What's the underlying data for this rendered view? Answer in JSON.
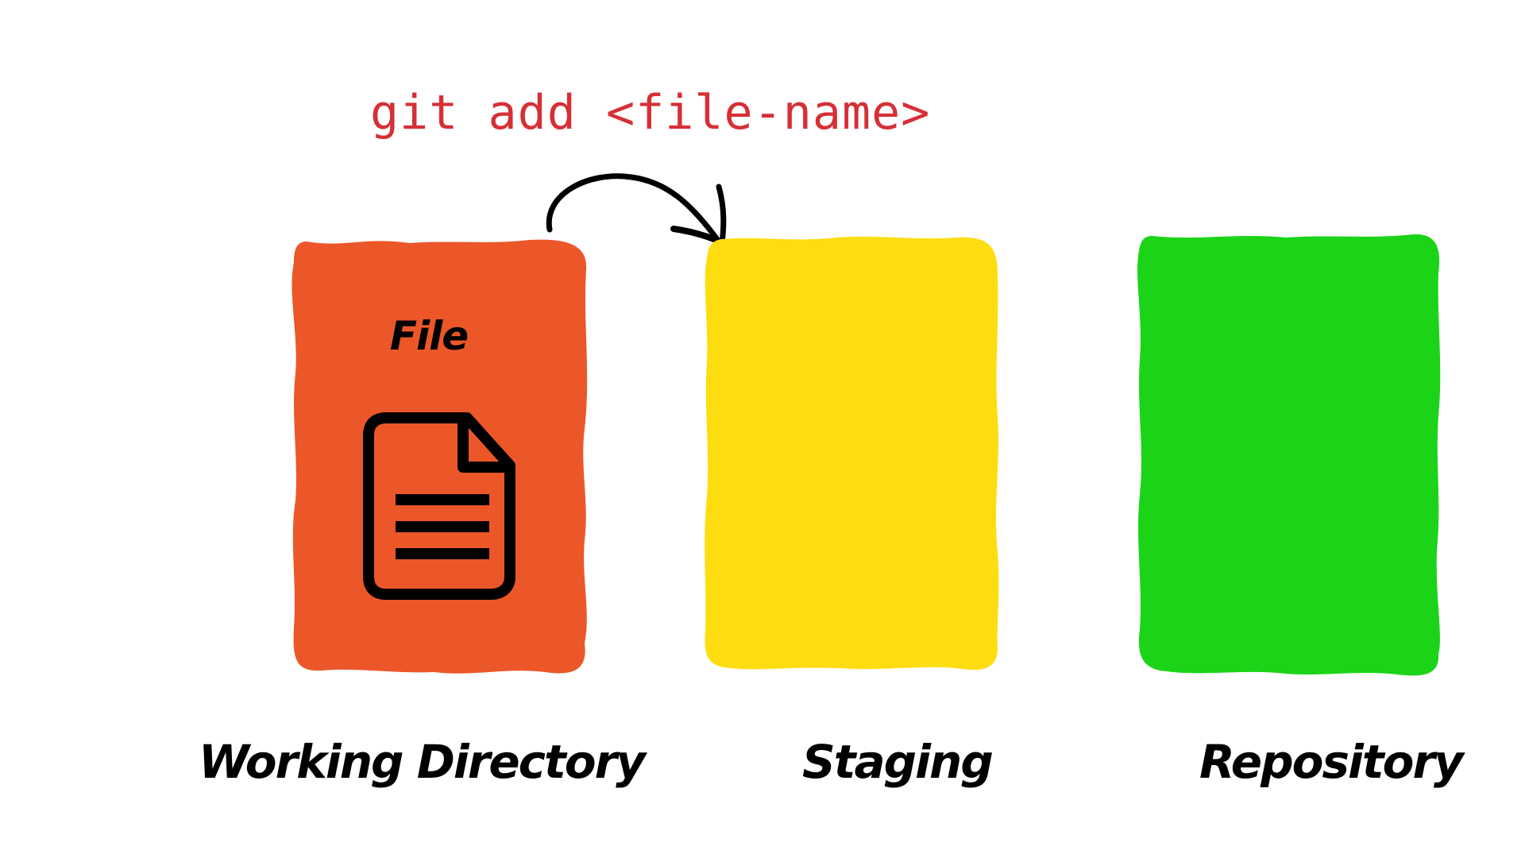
{
  "command": {
    "text": "git add <file-name>",
    "color": "#d62f36"
  },
  "file_label": "File",
  "stages": [
    {
      "label": "Working Directory",
      "color": "#ec5729"
    },
    {
      "label": "Staging",
      "color": "#fedd10"
    },
    {
      "label": "Repository",
      "color": "#1bd418"
    }
  ],
  "icons": {
    "file": "document-icon",
    "arrow": "curved-arrow-icon"
  }
}
